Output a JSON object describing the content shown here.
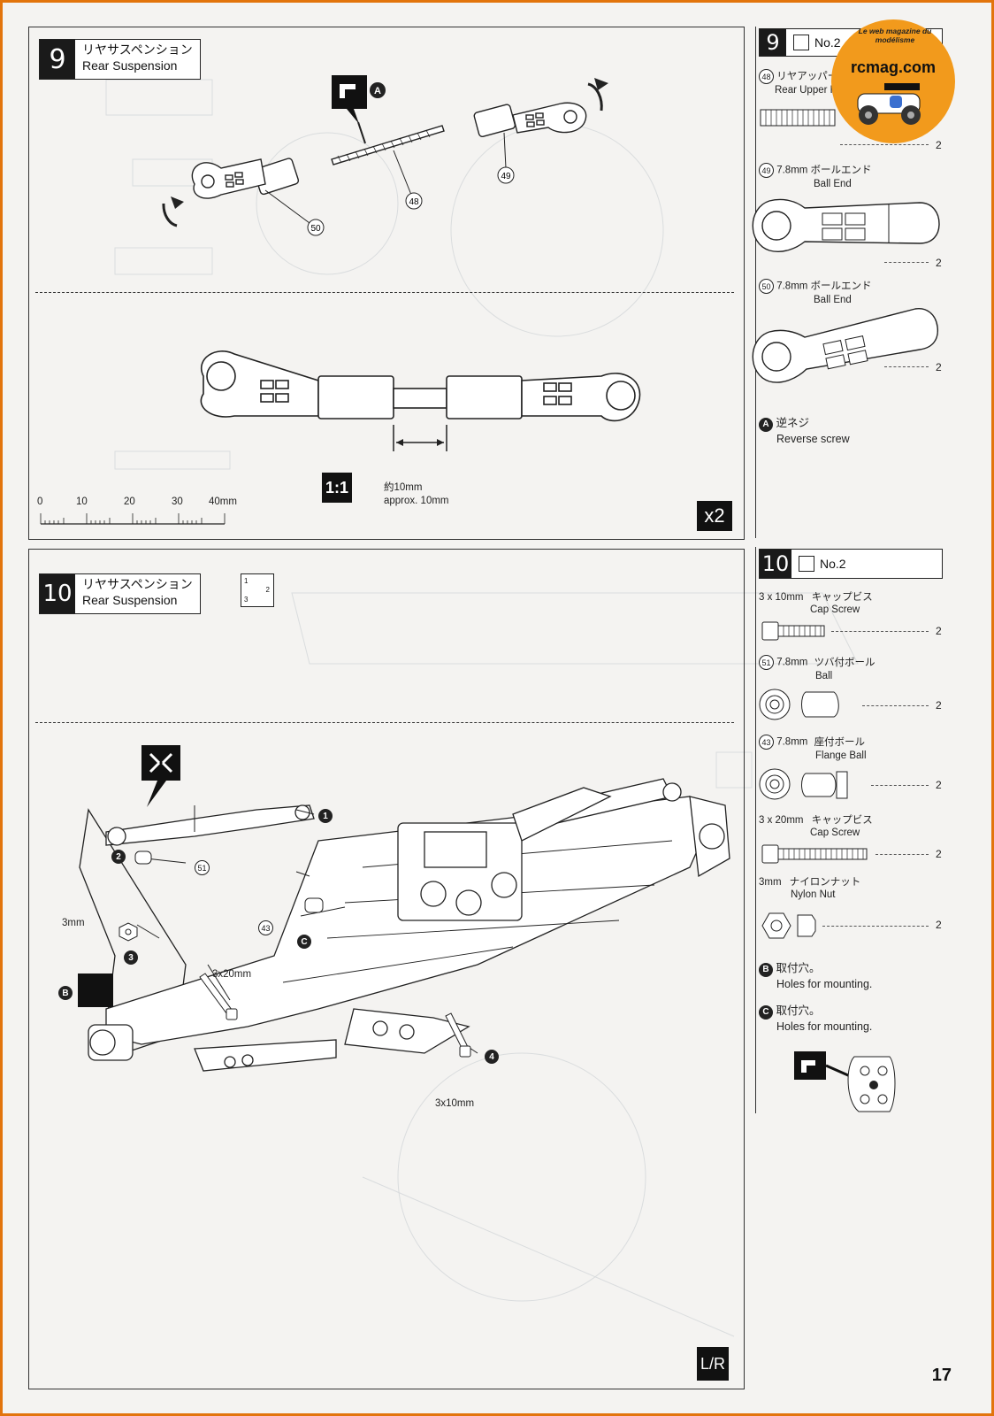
{
  "page_number": "17",
  "watermark": {
    "site": "rcmag.com",
    "tagline": "Le web magazine du modélisme"
  },
  "step9": {
    "number": "9",
    "title_jp": "リヤサスペンション",
    "title_en": "Rear Suspension",
    "callout_letter": "A",
    "part_refs": [
      "48",
      "49",
      "50"
    ],
    "scale_badge": "1:1",
    "gap_jp": "約10mm",
    "gap_en": "approx. 10mm",
    "ruler_labels": [
      "0",
      "10",
      "20",
      "30",
      "40mm"
    ],
    "multiplier": "x2"
  },
  "step9_parts": {
    "number": "9",
    "bag": "No.2",
    "items": [
      {
        "ref": "48",
        "jp": "リヤアッパーロッド",
        "en": "Rear Upper Rod",
        "qty": "2"
      },
      {
        "ref": "49",
        "jp": "7.8mm ボールエンド",
        "en": "Ball End",
        "qty": "2"
      },
      {
        "ref": "50",
        "jp": "7.8mm ボールエンド",
        "en": "Ball End",
        "qty": "2"
      }
    ],
    "note_letter": "A",
    "note_jp": "逆ネジ",
    "note_en": "Reverse screw"
  },
  "step10": {
    "number": "10",
    "title_jp": "リヤサスペンション",
    "title_en": "Rear Suspension",
    "order_seq": [
      "1",
      "2",
      "3"
    ],
    "callouts": {
      "p51": "51",
      "p43": "43",
      "c": "C",
      "b": "B",
      "n1": "1",
      "n2": "2",
      "n3": "3",
      "n4": "4",
      "nut": "3mm",
      "screw_long": "3x20mm",
      "screw_short": "3x10mm"
    },
    "lr_badge": "L/R"
  },
  "step10_parts": {
    "number": "10",
    "bag": "No.2",
    "items": [
      {
        "size": "3 x 10mm",
        "jp": "キャップビス",
        "en": "Cap Screw",
        "qty": "2"
      },
      {
        "ref": "51",
        "size": "7.8mm",
        "jp": "ツバ付ボール",
        "en": "Ball",
        "qty": "2"
      },
      {
        "ref": "43",
        "size": "7.8mm",
        "jp": "座付ボール",
        "en": "Flange Ball",
        "qty": "2"
      },
      {
        "size": "3 x 20mm",
        "jp": "キャップビス",
        "en": "Cap Screw",
        "qty": "2"
      },
      {
        "size": "3mm",
        "jp": "ナイロンナット",
        "en": "Nylon Nut",
        "qty": "2"
      }
    ],
    "notes": [
      {
        "letter": "B",
        "jp": "取付穴。",
        "en": "Holes for mounting."
      },
      {
        "letter": "C",
        "jp": "取付穴。",
        "en": "Holes for mounting."
      }
    ]
  }
}
